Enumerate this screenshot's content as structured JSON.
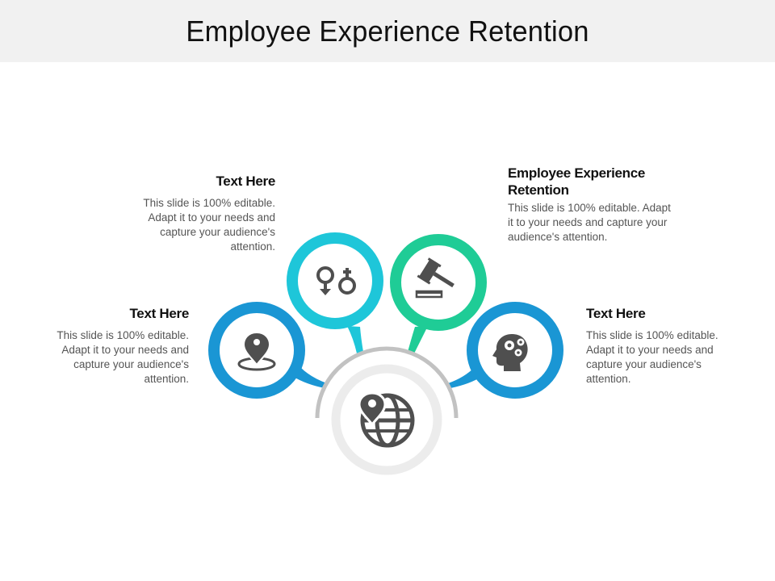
{
  "header": {
    "title": "Employee Experience Retention"
  },
  "colors": {
    "blue": "#1a96d4",
    "teal": "#1ec6d9",
    "green": "#1fcc96",
    "arc_gray": "#c2c2c2",
    "inner_ring": "#ececec",
    "icon": "#4f4f4f",
    "header_bg": "#f1f1f1"
  },
  "blocks": [
    {
      "position": "top-left",
      "title": "Text Here",
      "body": "This slide is 100% editable. Adapt it to your needs and capture your audience's attention."
    },
    {
      "position": "top-right",
      "title": "Employee Experience Retention",
      "body": "This slide is 100% editable. Adapt it to your needs and capture your audience's attention."
    },
    {
      "position": "middle-left",
      "title": "Text Here",
      "body": "This slide is 100% editable. Adapt it to your needs and capture your audience's attention."
    },
    {
      "position": "middle-right",
      "title": "Text Here",
      "body": "This slide is 100% editable. Adapt it to your needs and capture your audience's attention."
    }
  ],
  "nodes": [
    {
      "id": "left",
      "icon": "location-pin-icon",
      "color": "blue"
    },
    {
      "id": "top-left",
      "icon": "gender-symbols-icon",
      "color": "teal"
    },
    {
      "id": "top-right",
      "icon": "gavel-icon",
      "color": "green"
    },
    {
      "id": "right",
      "icon": "head-gears-icon",
      "color": "blue"
    },
    {
      "id": "center",
      "icon": "globe-pin-icon",
      "color": "inner_ring"
    }
  ]
}
